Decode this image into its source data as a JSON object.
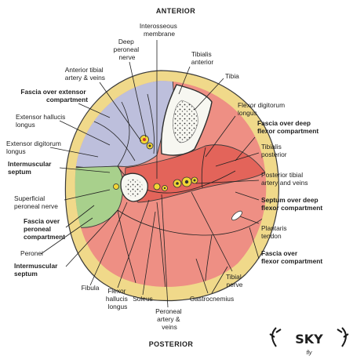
{
  "headings": {
    "anterior": "ANTERIOR",
    "posterior": "POSTERIOR"
  },
  "labels": {
    "interosseous_membrane": [
      "Interosseous",
      "membrane"
    ],
    "deep_peroneal_nerve": [
      "Deep",
      "peroneal",
      "nerve"
    ],
    "tibialis_anterior": [
      "Tibialis",
      "anterior"
    ],
    "anterior_tibial_artery_veins": [
      "Anterior tibial",
      "artery & veins"
    ],
    "tibia": [
      "Tibia"
    ],
    "fascia_over_extensor": [
      "Fascia over extensor",
      "compartment"
    ],
    "flexor_digitorum_longus": [
      "Flexor digitorum",
      "longus"
    ],
    "extensor_hallucis_longus": [
      "Extensor hallucis",
      "longus"
    ],
    "fascia_over_deep_flexor": [
      "Fascia over deep",
      "flexor compartment"
    ],
    "extensor_digitorum_longus": [
      "Extensor digitorum",
      "longus"
    ],
    "tibialis_posterior": [
      "Tibialis",
      "posterior"
    ],
    "intermuscular_septum_top": [
      "Intermuscular",
      "septum"
    ],
    "posterior_tibial_artery_veins": [
      "Posterior tibial",
      "artery and veins"
    ],
    "superficial_peroneal_nerve": [
      "Superficial",
      "peroneal nerve"
    ],
    "septum_over_deep_flexor": [
      "Septum over deep",
      "flexor compartment"
    ],
    "fascia_over_peroneal": [
      "Fascia over",
      "peroneal",
      "compartment"
    ],
    "plantaris_tendon": [
      "Plantaris",
      "tendon"
    ],
    "peronei": [
      "Peronei"
    ],
    "fascia_over_flexor": [
      "Fascia over",
      "flexor compartment"
    ],
    "intermuscular_septum_bottom": [
      "Intermuscular",
      "septum"
    ],
    "tibial_nerve": [
      "Tibial",
      "nerve"
    ],
    "fibula": [
      "Fibula"
    ],
    "flexor_hallucis_longus": [
      "Flexor",
      "hallucis",
      "longus"
    ],
    "soleus": [
      "Soleus"
    ],
    "gastrocnemius": [
      "Gastrocnemius"
    ],
    "peroneal_artery_veins": [
      "Peroneal",
      "artery &",
      "veins"
    ]
  },
  "watermark": {
    "text": "SKY",
    "sub": "fly"
  },
  "colors": {
    "skin": "#f0d98a",
    "skin_outline": "#3a3a3a",
    "extensor": "#bdbfdc",
    "peroneal": "#a8d08c",
    "deep_flexor": "#e3645a",
    "superficial_flexor": "#ee8f84",
    "bone": "#f7f7f1",
    "nerve_vessel": "#f2d635",
    "watermark": "#1a1a1a"
  }
}
